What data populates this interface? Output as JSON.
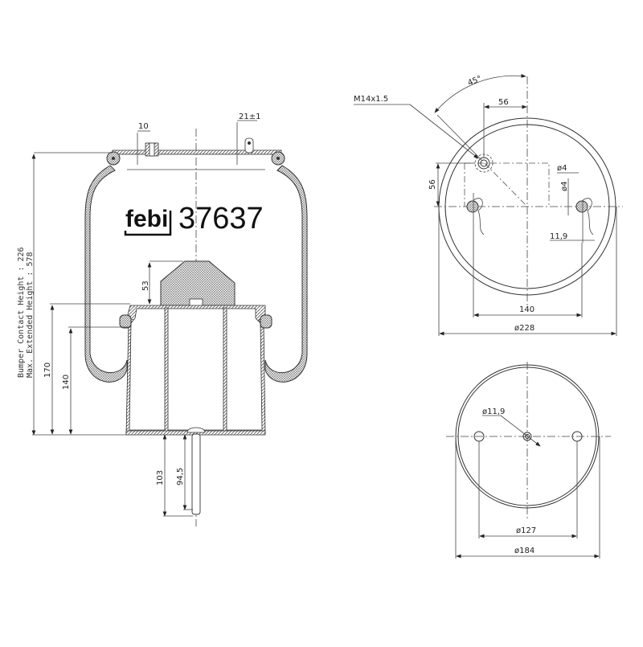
{
  "product": {
    "brand": "febi",
    "part_number": "37637"
  },
  "notes": {
    "bumper_contact_height": "Bumper Contact Height : 226",
    "max_extended_height": "Max. Extended Height : 578"
  },
  "side_view": {
    "dims": {
      "top_fitting_offset": "10",
      "air_fitting_offset": "21±1",
      "bumper_height": "53",
      "piston_height_outer": "170",
      "piston_height_inner": "140",
      "stud_length": "103",
      "stud_thread_length": "94,5"
    }
  },
  "top_view": {
    "dims": {
      "thread": "M14x1.5",
      "angle": "45°",
      "fitting_offset_x": "56",
      "fitting_offset_y": "56",
      "pin_dia_a": "ø4",
      "pin_dia_b": "ø4",
      "pin_hole": "11,9",
      "bolt_spacing": "140",
      "plate_diameter": "ø228"
    }
  },
  "bottom_view": {
    "dims": {
      "center_hole": "ø11,9",
      "bolt_circle": "ø127",
      "piston_diameter": "ø184"
    }
  }
}
